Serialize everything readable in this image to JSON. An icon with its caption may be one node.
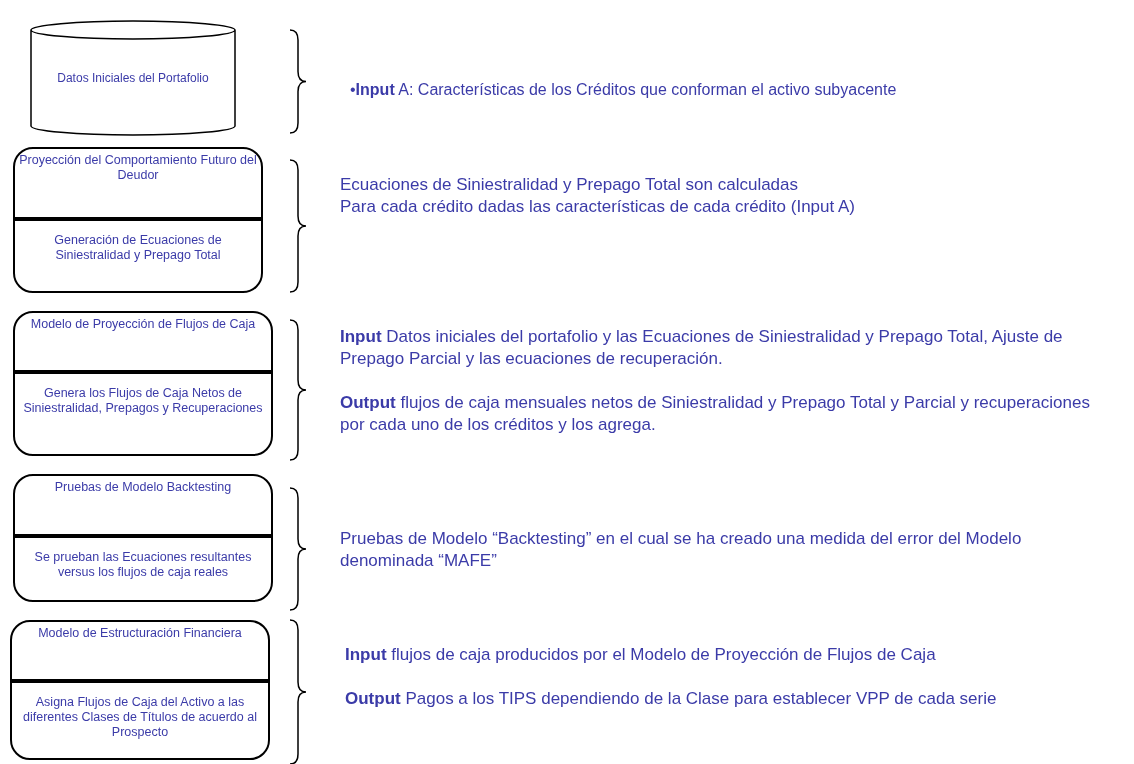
{
  "diagram": {
    "nodes": [
      {
        "text": [
          "Datos Iniciales del Portafolio"
        ]
      },
      {
        "text": [
          "Proyección del Comportamiento Futuro del Deudor",
          "Generación de Ecuaciones de Siniestralidad y Prepago Total"
        ]
      },
      {
        "text": [
          "Modelo de Proyección de Flujos de Caja",
          "Genera los Flujos de Caja Netos de Siniestralidad, Prepagos y Recuperaciones"
        ]
      },
      {
        "text": [
          "Pruebas de Modelo Backtesting",
          "Se prueban las Ecuaciones resultantes versus los flujos de caja reales"
        ]
      },
      {
        "text": [
          "Modelo de Estructuración Financiera",
          "Asigna Flujos de Caja del Activo a las diferentes Clases de Títulos de acuerdo al Prospecto"
        ]
      }
    ],
    "labels": [
      "•**Input** A: Características de los Créditos que conforman el activo subyacente",
      "Ecuaciones de Siniestralidad y Prepago Total son calculadas",
      "Para cada crédito dadas las características de cada crédito (Input A)",
      "**Input** Datos iniciales del portafolio y las Ecuaciones de Siniestralidad y Prepago Total, Ajuste de Prepago Parcial y las ecuaciones de recuperación.",
      "**Output** flujos de caja mensuales netos de Siniestralidad y Prepago Total y Parcial y recuperaciones por cada uno de los créditos y los agrega.",
      "Pruebas de Modelo “Backtesting” en el cual se ha creado una medida del error del Modelo denominada “MAFE”",
      "**Input** flujos de caja producidos por el Modelo de Proyección de Flujos de Caja",
      "**Output** Pagos a los TIPS dependiendo de la Clase para establecer VPP de cada serie"
    ]
  }
}
